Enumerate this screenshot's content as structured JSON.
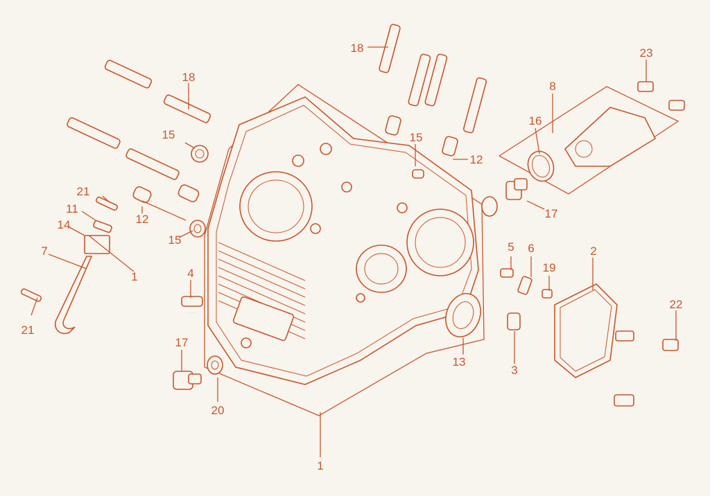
{
  "colors": {
    "background": "#f8f4ee",
    "ink": "#c9552a"
  },
  "diagram": {
    "callouts": [
      "1",
      "1",
      "2",
      "3",
      "4",
      "5",
      "6",
      "7",
      "8",
      "11",
      "12",
      "12",
      "13",
      "14",
      "15",
      "15",
      "15",
      "16",
      "17",
      "17",
      "18",
      "18",
      "19",
      "20",
      "21",
      "21",
      "22",
      "23"
    ]
  }
}
